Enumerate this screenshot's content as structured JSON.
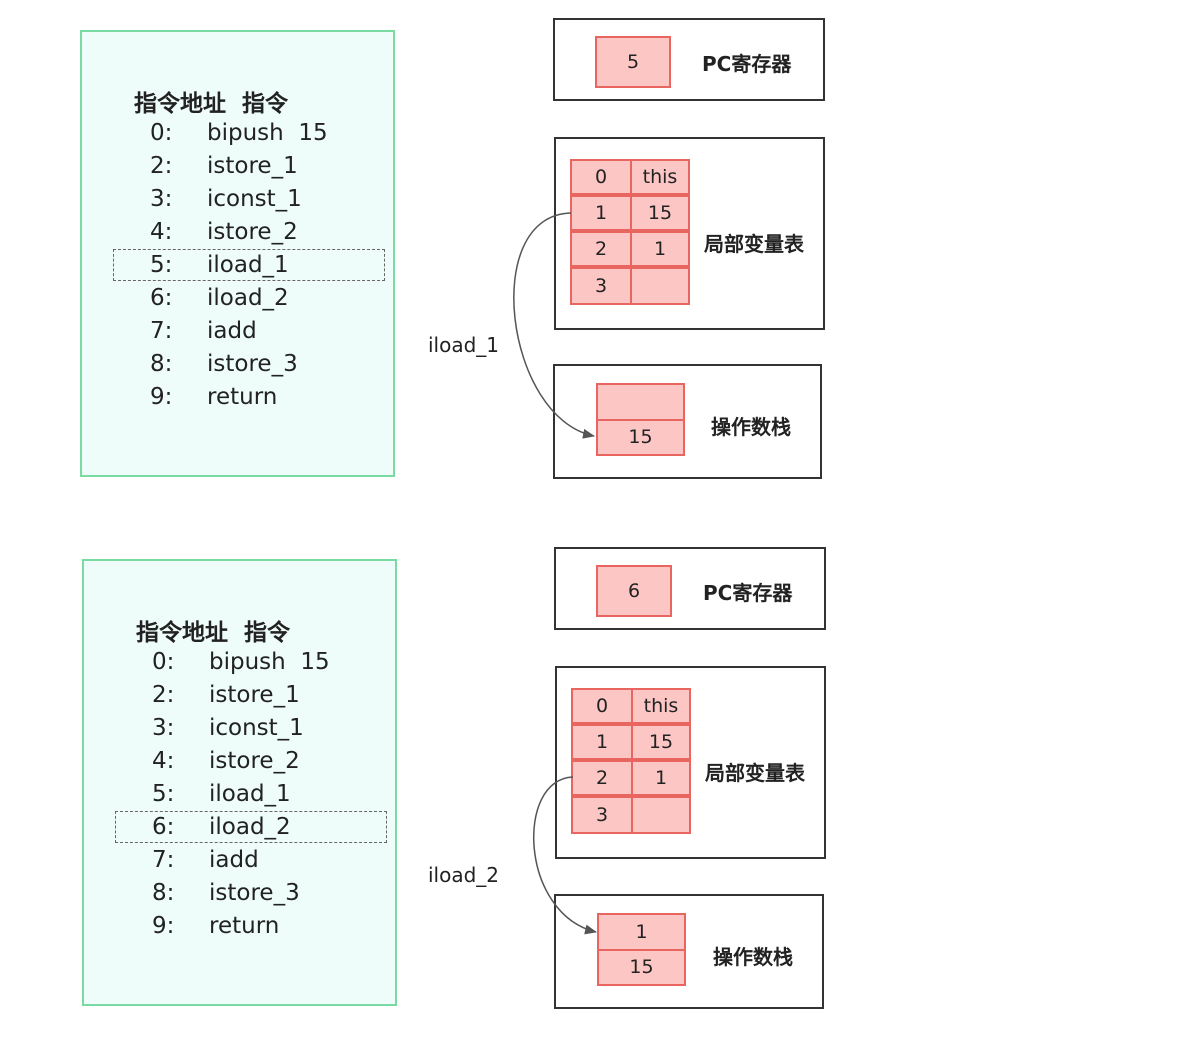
{
  "panels": [
    {
      "code_header": "指令地址  指令",
      "instructions": [
        {
          "addr": "0:",
          "op": "bipush  15"
        },
        {
          "addr": "2:",
          "op": "istore_1"
        },
        {
          "addr": "3:",
          "op": "iconst_1"
        },
        {
          "addr": "4:",
          "op": "istore_2"
        },
        {
          "addr": "5:",
          "op": "iload_1"
        },
        {
          "addr": "6:",
          "op": "iload_2"
        },
        {
          "addr": "7:",
          "op": "iadd"
        },
        {
          "addr": "8:",
          "op": "istore_3"
        },
        {
          "addr": "9:",
          "op": "return"
        }
      ],
      "highlighted_index": 4,
      "pc_value": "5",
      "pc_label": "PC寄存器",
      "locals_label": "局部变量表",
      "locals": [
        {
          "index": "0",
          "value": "this"
        },
        {
          "index": "1",
          "value": "15"
        },
        {
          "index": "2",
          "value": "1"
        },
        {
          "index": "3",
          "value": ""
        }
      ],
      "stack_label": "操作数栈",
      "stack": [
        "",
        "15"
      ],
      "arrow_label": "iload_1"
    },
    {
      "code_header": "指令地址  指令",
      "instructions": [
        {
          "addr": "0:",
          "op": "bipush  15"
        },
        {
          "addr": "2:",
          "op": "istore_1"
        },
        {
          "addr": "3:",
          "op": "iconst_1"
        },
        {
          "addr": "4:",
          "op": "istore_2"
        },
        {
          "addr": "5:",
          "op": "iload_1"
        },
        {
          "addr": "6:",
          "op": "iload_2"
        },
        {
          "addr": "7:",
          "op": "iadd"
        },
        {
          "addr": "8:",
          "op": "istore_3"
        },
        {
          "addr": "9:",
          "op": "return"
        }
      ],
      "highlighted_index": 5,
      "pc_value": "6",
      "pc_label": "PC寄存器",
      "locals_label": "局部变量表",
      "locals": [
        {
          "index": "0",
          "value": "this"
        },
        {
          "index": "1",
          "value": "15"
        },
        {
          "index": "2",
          "value": "1"
        },
        {
          "index": "3",
          "value": ""
        }
      ],
      "stack_label": "操作数栈",
      "stack": [
        "1",
        "15"
      ],
      "arrow_label": "iload_2"
    }
  ],
  "colors": {
    "code_bg": "#effdfa",
    "code_border": "#79dba1",
    "cell_fill": "#fcc6c5",
    "cell_border": "#e96560"
  }
}
